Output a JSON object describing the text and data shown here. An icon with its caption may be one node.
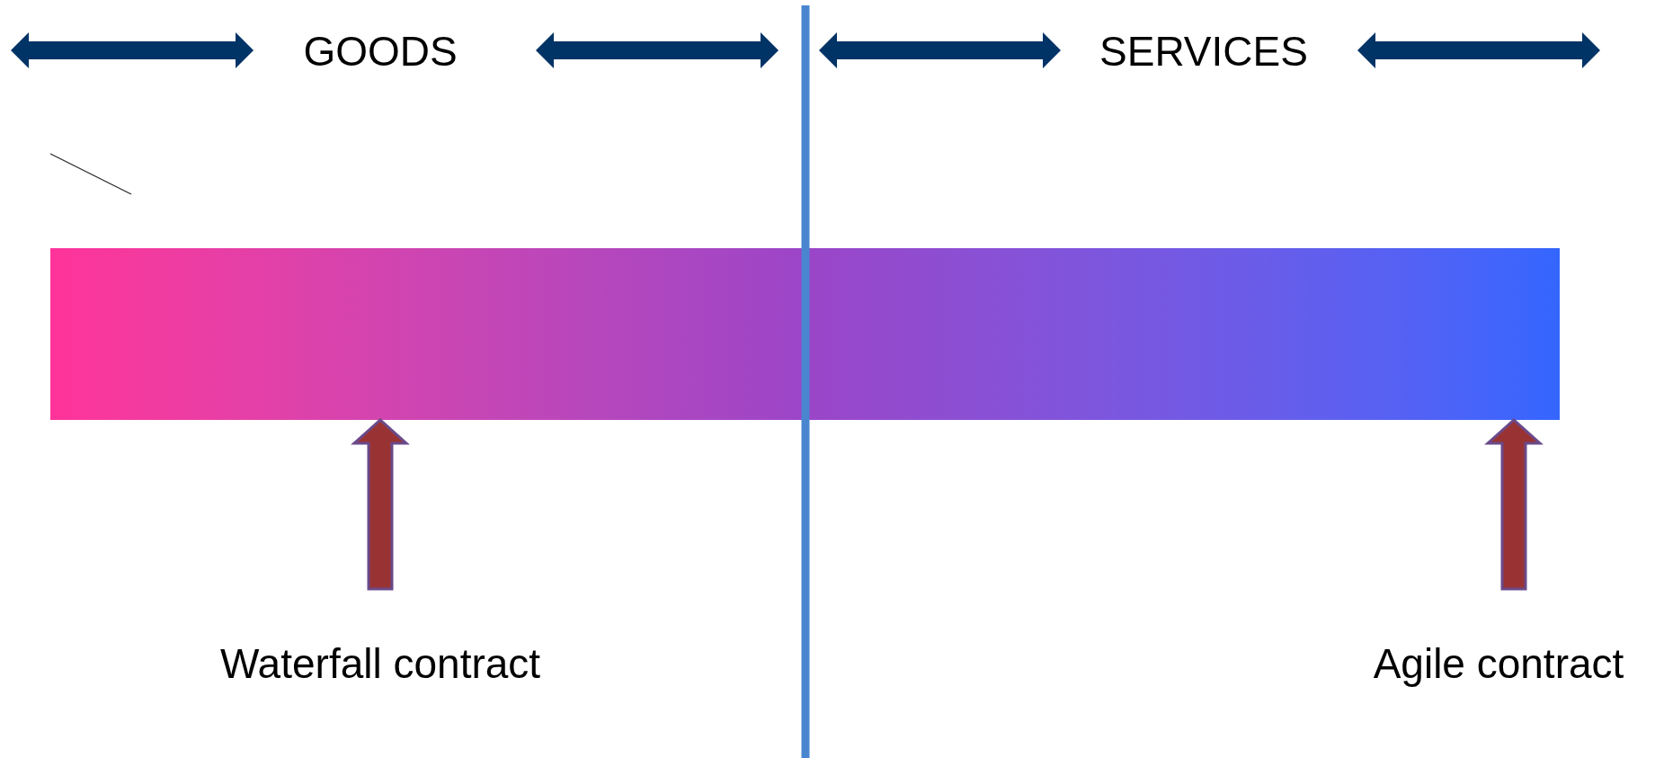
{
  "diagram": {
    "nodes": [
      {
        "text": [],
        "shape": "bar"
      },
      {
        "text": [
          "Waterfall contract"
        ]
      },
      {
        "text": [
          "Agile contract"
        ]
      }
    ],
    "edges": [
      {
        "from": 1,
        "to": 0,
        "arrow": "to",
        "style": "thick"
      },
      {
        "from": 2,
        "to": 0,
        "arrow": "to",
        "style": "thick"
      }
    ],
    "labels": [
      "GOODS",
      "SERVICES"
    ]
  }
}
